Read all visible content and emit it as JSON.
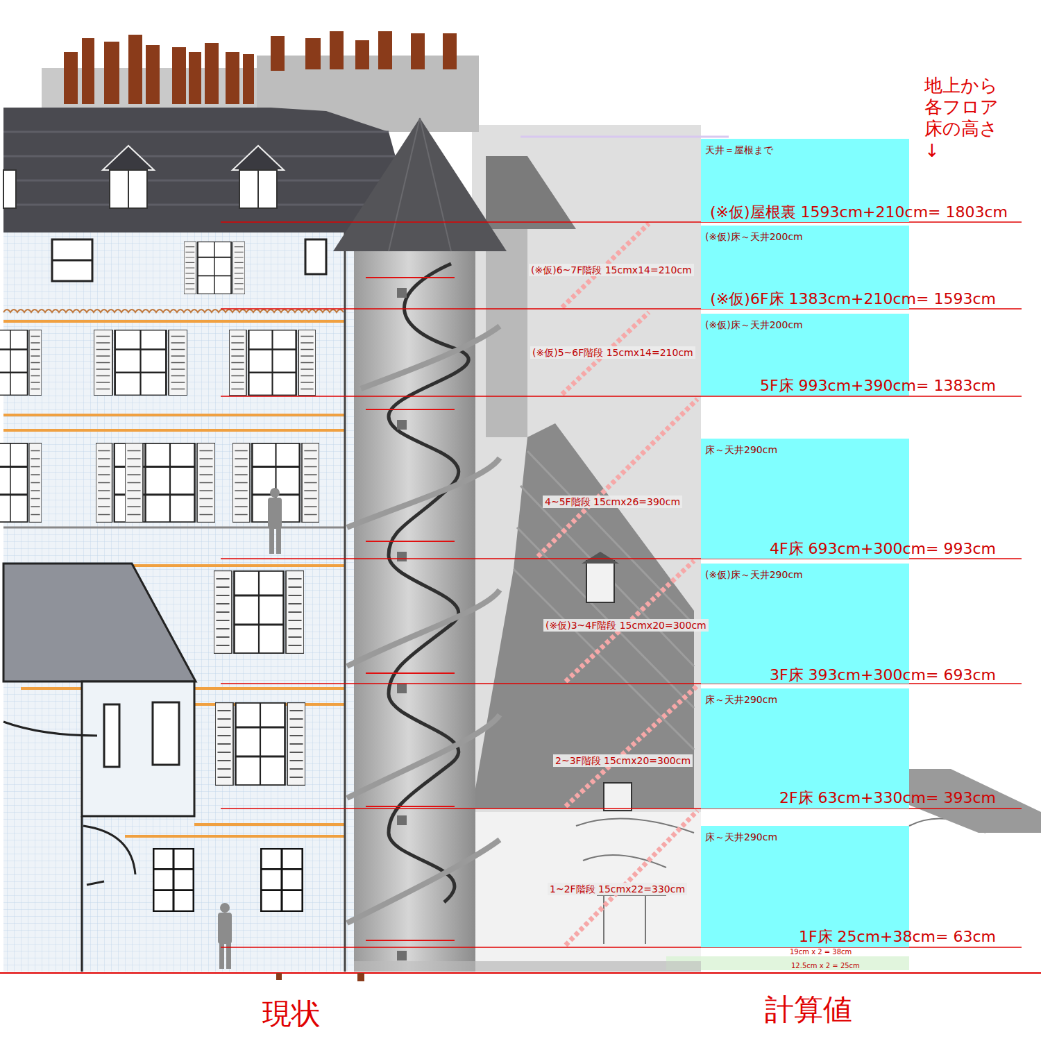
{
  "diagram": {
    "nodes": [
      {
        "text": [
          "天井＝屋根まで"
        ]
      },
      {
        "text": [
          "(※仮)床～天井200cm"
        ]
      },
      {
        "text": [
          "(※仮)床～天井200cm"
        ]
      },
      {
        "text": [
          "床～天井290cm"
        ]
      },
      {
        "text": [
          "(※仮)床～天井290cm"
        ]
      },
      {
        "text": [
          "床～天井290cm"
        ]
      },
      {
        "text": [
          "床～天井290cm"
        ]
      }
    ],
    "labels": [
      "地上から 各フロア 床の高さ↓",
      "(※仮)屋根裏 1593cm+210cm= 1803cm",
      "(※仮)6F床 1383cm+210cm= 1593cm",
      "5F床 993cm+390cm= 1383cm",
      "4F床 693cm+300cm= 993cm",
      "3F床 393cm+300cm= 693cm",
      "2F床 63cm+330cm= 393cm",
      "1F床 25cm+38cm= 63cm",
      "(※仮)6~7F階段 15cmx14=210cm",
      "(※仮)5~6F階段 15cmx14=210cm",
      "4~5F階段 15cmx26=390cm",
      "(※仮)3~4F階段 15cmx20=300cm",
      "2~3F階段 15cmx20=300cm",
      "1~2F階段 15cmx22=330cm",
      "19cm x 2 = 38cm",
      "12.5cm x 2 = 25cm",
      "現状",
      "計算値"
    ]
  }
}
